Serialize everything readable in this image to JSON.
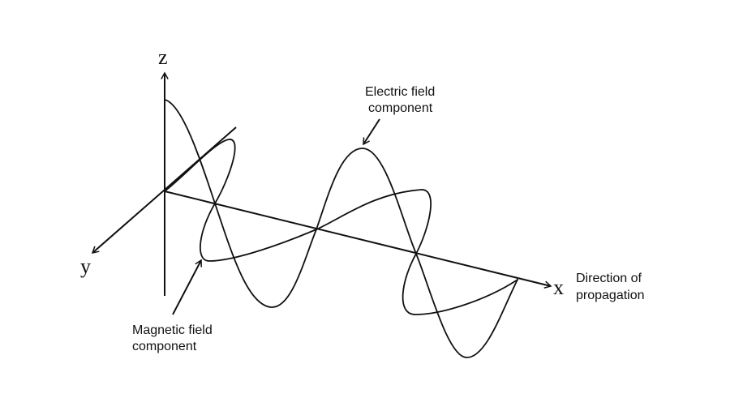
{
  "diagram": {
    "axes": {
      "x": "x",
      "y": "y",
      "z": "z"
    },
    "labels": {
      "electric_line1": "Electric field",
      "electric_line2": "component",
      "magnetic_line1": "Magnetic field",
      "magnetic_line2": "component",
      "direction_line1": "Direction of",
      "direction_line2": "propagation"
    },
    "stroke_color": "#111111",
    "background_color": "#ffffff"
  }
}
